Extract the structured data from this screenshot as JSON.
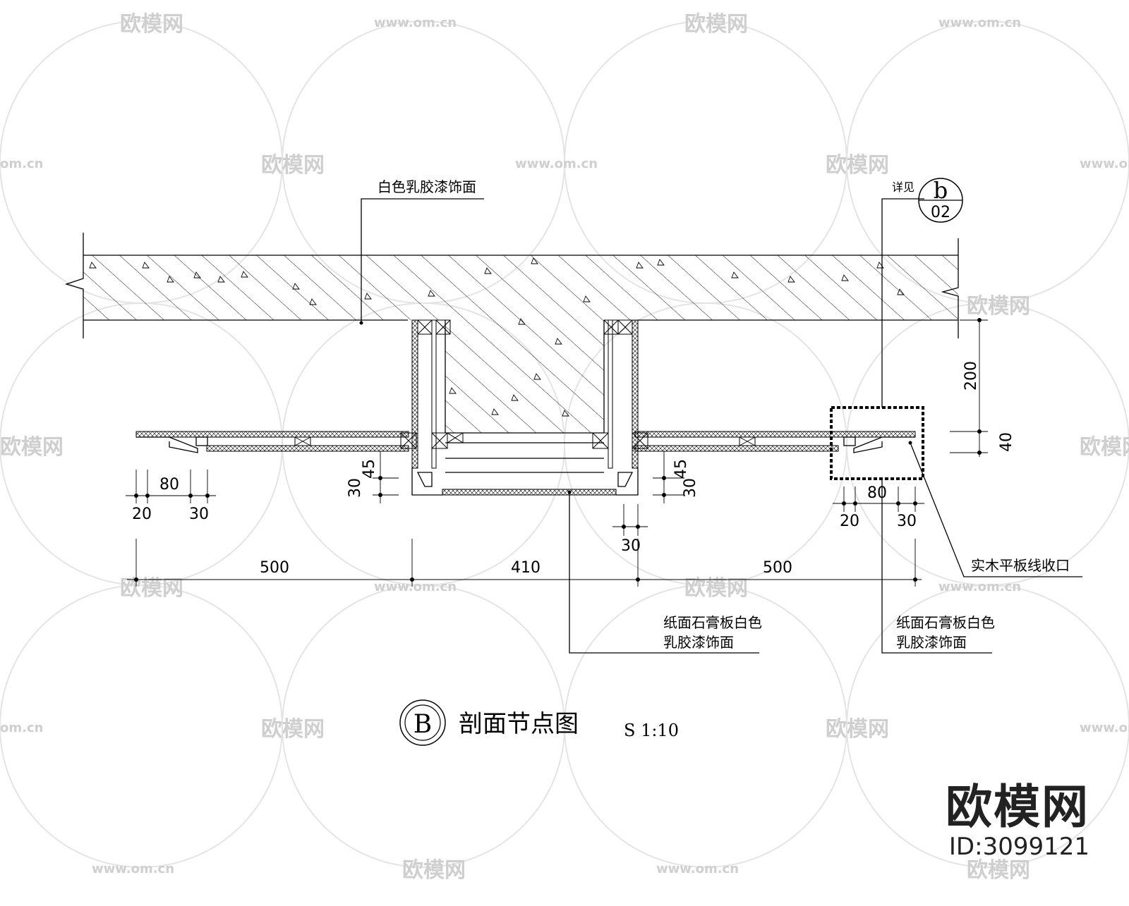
{
  "watermark": {
    "brand_text": "欧模网",
    "url_text": "www.om.cn",
    "url_short": "om.cn",
    "id_text": "ID:3099121"
  },
  "drawing": {
    "title": "剖面节点图",
    "scale": "S 1:10",
    "symbol_letter": "B",
    "detail_ref": {
      "label": "详见",
      "top": "b",
      "bottom": "02"
    }
  },
  "callouts": {
    "top_left": "白色乳胶漆饰面",
    "solid_wood": "实木平板线收口",
    "gypsum_center_line1": "纸面石膏板白色",
    "gypsum_center_line2": "乳胶漆饰面",
    "gypsum_right_line1": "纸面石膏板白色",
    "gypsum_right_line2": "乳胶漆饰面"
  },
  "dimensions": {
    "left_a": "80",
    "left_b": "20",
    "left_c": "30",
    "mid_l_45": "45",
    "mid_l_30": "30",
    "mid_r_45": "45",
    "mid_r_30": "30",
    "bottom_30": "30",
    "right_a": "80",
    "right_b": "20",
    "right_c": "30",
    "v_200": "200",
    "v_40": "40",
    "span_left": "500",
    "span_mid": "410",
    "span_right": "500"
  },
  "colors": {
    "line": "#000000",
    "watermark": "#cfcfcf",
    "detail_box": "#000000"
  }
}
